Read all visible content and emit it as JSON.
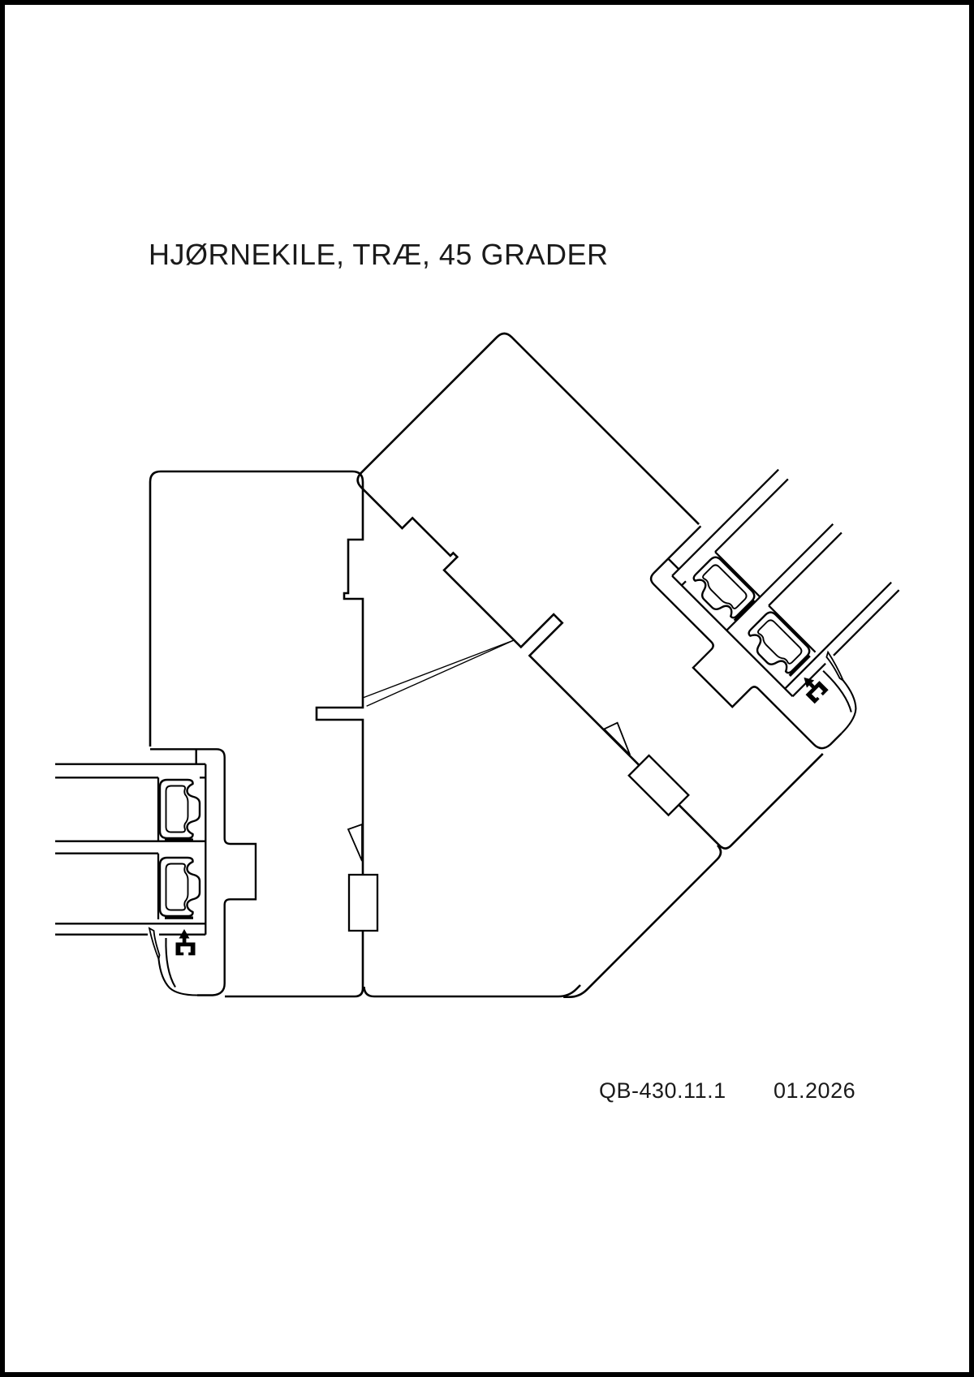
{
  "page": {
    "background": "#ffffff",
    "border_color": "#000000",
    "line_color": "#000000"
  },
  "title": "HJØRNEKILE, TRÆ, 45 GRADER",
  "footer": {
    "doc_number": "QB-430.11.1",
    "date": "01.2026"
  },
  "drawing": {
    "type": "technical-section-drawing",
    "subject": "corner wedge, wood, 45 degrees",
    "components": [
      "vertical wood frame member",
      "diagonal wood frame member (45 degrees, mirrored copy)",
      "corner wedge between members",
      "glazing profile with two gaskets (horizontal and 45-degree copies)",
      "weather seal with clip symbol",
      "joint dowels and fastener line"
    ]
  }
}
